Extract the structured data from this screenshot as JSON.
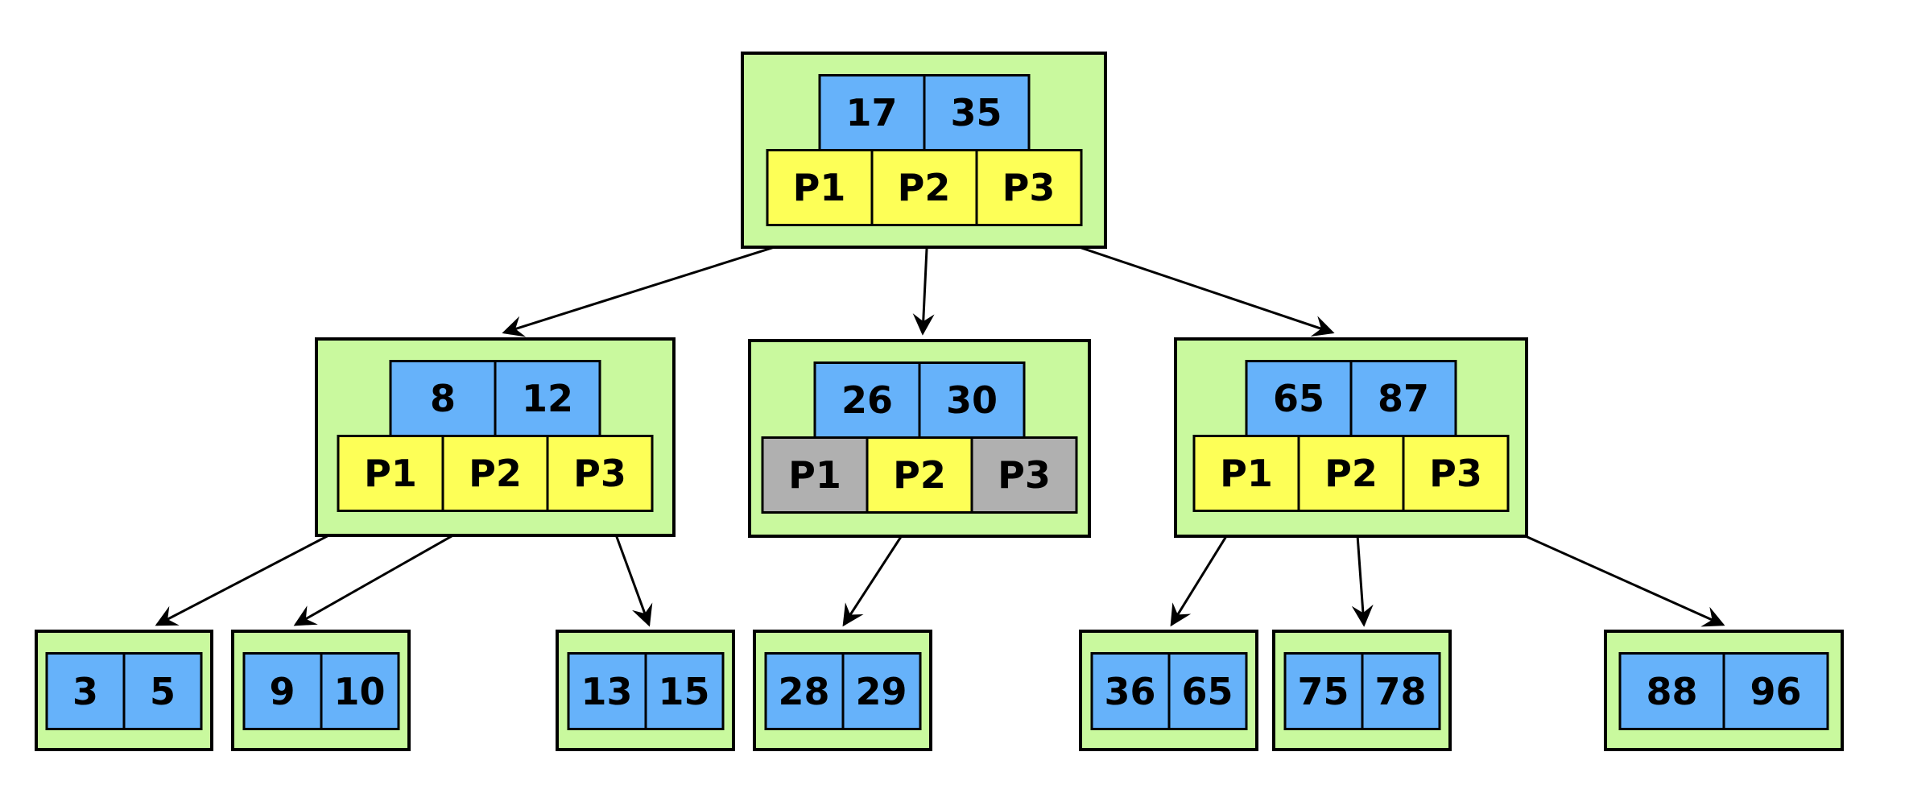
{
  "colors": {
    "node_background": "#c9f99e",
    "key_cell": "#66b2fa",
    "pointer_cell": "#fdff57",
    "pointer_cell_unused": "#b0b0b0",
    "border": "#000000"
  },
  "tree": {
    "root": {
      "keys": [
        "17",
        "35"
      ],
      "pointers": [
        {
          "label": "P1",
          "state": "active"
        },
        {
          "label": "P2",
          "state": "active"
        },
        {
          "label": "P3",
          "state": "active"
        }
      ]
    },
    "internal": [
      {
        "keys": [
          "8",
          "12"
        ],
        "pointers": [
          {
            "label": "P1",
            "state": "active"
          },
          {
            "label": "P2",
            "state": "active"
          },
          {
            "label": "P3",
            "state": "active"
          }
        ]
      },
      {
        "keys": [
          "26",
          "30"
        ],
        "pointers": [
          {
            "label": "P1",
            "state": "unused"
          },
          {
            "label": "P2",
            "state": "active"
          },
          {
            "label": "P3",
            "state": "unused"
          }
        ]
      },
      {
        "keys": [
          "65",
          "87"
        ],
        "pointers": [
          {
            "label": "P1",
            "state": "active"
          },
          {
            "label": "P2",
            "state": "active"
          },
          {
            "label": "P3",
            "state": "active"
          }
        ]
      }
    ],
    "leaves": [
      {
        "keys": [
          "3",
          "5"
        ]
      },
      {
        "keys": [
          "9",
          "10"
        ]
      },
      {
        "keys": [
          "13",
          "15"
        ]
      },
      {
        "keys": [
          "28",
          "29"
        ]
      },
      {
        "keys": [
          "36",
          "65"
        ]
      },
      {
        "keys": [
          "75",
          "78"
        ]
      },
      {
        "keys": [
          "88",
          "96"
        ]
      }
    ]
  }
}
